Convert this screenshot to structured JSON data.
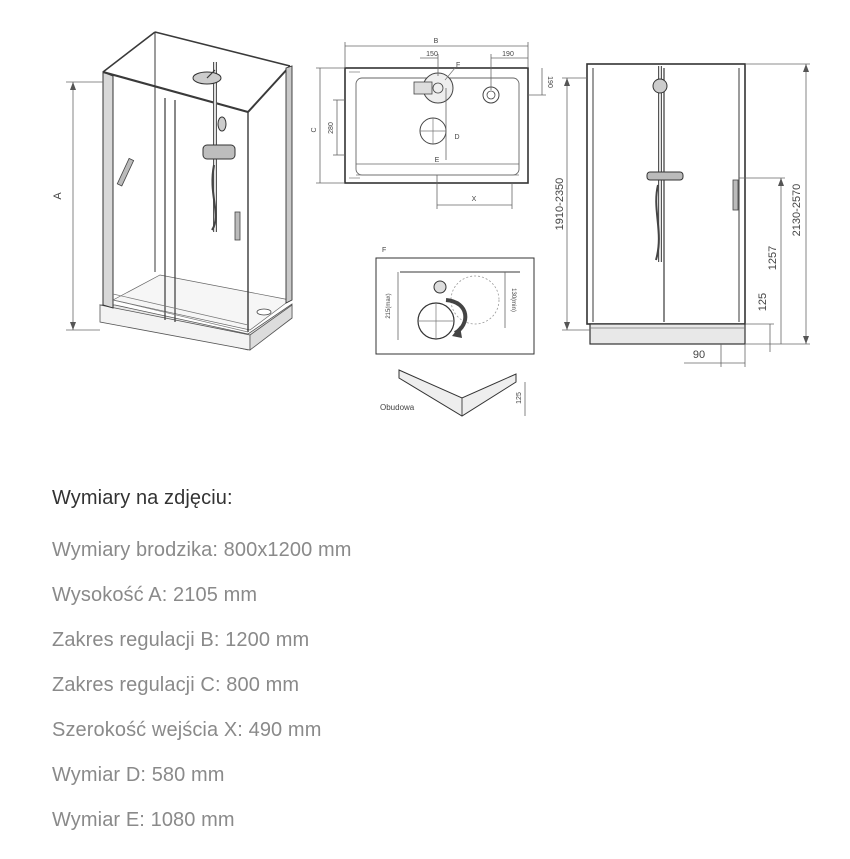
{
  "drawings": {
    "iso": {
      "label_a": "A"
    },
    "top_view": {
      "dim_b": "B",
      "dim_150": "150",
      "dim_190_top": "190",
      "dim_190_side": "190",
      "dim_c": "C",
      "dim_280": "280",
      "label_f": "F",
      "label_d": "D",
      "label_e": "E",
      "label_x": "X"
    },
    "detail": {
      "label_f": "F",
      "dim_215": "215(max)",
      "dim_130": "130(min)"
    },
    "casing": {
      "label": "Obudowa",
      "dim_125": "125"
    },
    "front": {
      "dim_1910": "1910-2350",
      "dim_2130": "2130-2570",
      "dim_1257": "1257",
      "dim_125": "125",
      "dim_90": "90"
    }
  },
  "spec": {
    "heading": "Wymiary na zdjęciu:",
    "items": [
      "Wymiary brodzika: 800x1200 mm",
      "Wysokość A: 2105 mm",
      "Zakres regulacji B: 1200 mm",
      "Zakres regulacji C: 800 mm",
      "Szerokość wejścia X: 490 mm",
      "Wymiar D: 580 mm",
      "Wymiar E: 1080 mm"
    ]
  }
}
